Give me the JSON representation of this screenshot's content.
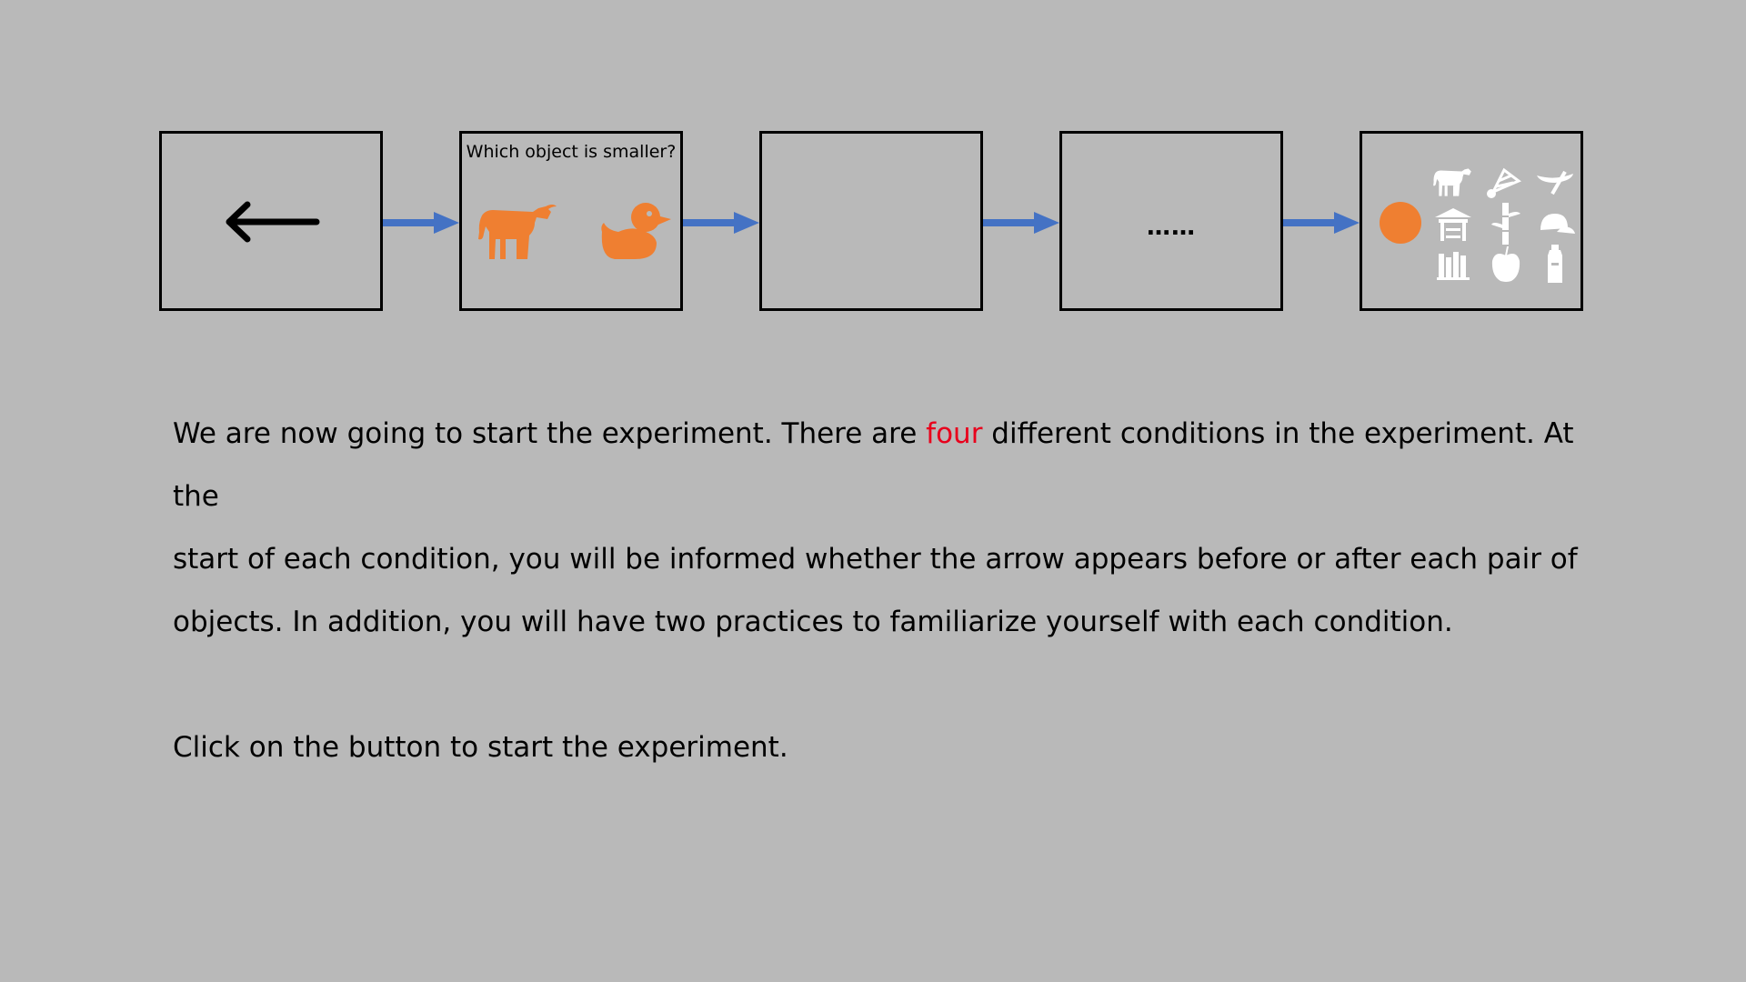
{
  "sequence": {
    "frames": [
      {
        "name": "cue-frame",
        "icon": "left-arrow-icon"
      },
      {
        "name": "question-frame",
        "question": "Which object is smaller?",
        "icons": [
          "cow-icon",
          "duck-icon"
        ]
      },
      {
        "name": "blank-frame"
      },
      {
        "name": "continuation-frame",
        "ellipsis": "……"
      },
      {
        "name": "response-frame",
        "icons": [
          "orange-dot-icon",
          "cow-icon",
          "badminton-shuttlecock-icon",
          "canoe-icon",
          "pavilion-icon",
          "bamboo-icon",
          "cap-icon",
          "books-icon",
          "apple-icon",
          "bottle-icon"
        ]
      }
    ],
    "connector": "blue-arrow-icon"
  },
  "instructions": {
    "line1_before": "We are now going to start the experiment. There are ",
    "highlight": "four",
    "line1_after": " different conditions in the experiment. At the",
    "line2": "start of each condition, you will be informed whether the arrow appears before or after each pair of",
    "line3": "objects. In addition, you will have two practices to familiarize yourself with each condition.",
    "prompt": "Click on the button to start the experiment."
  },
  "colors": {
    "background": "#b9b9b9",
    "accent_orange": "#ef7f31",
    "arrow_blue": "#4472c4",
    "highlight_red": "#e8001c",
    "icon_white": "#ffffff"
  }
}
